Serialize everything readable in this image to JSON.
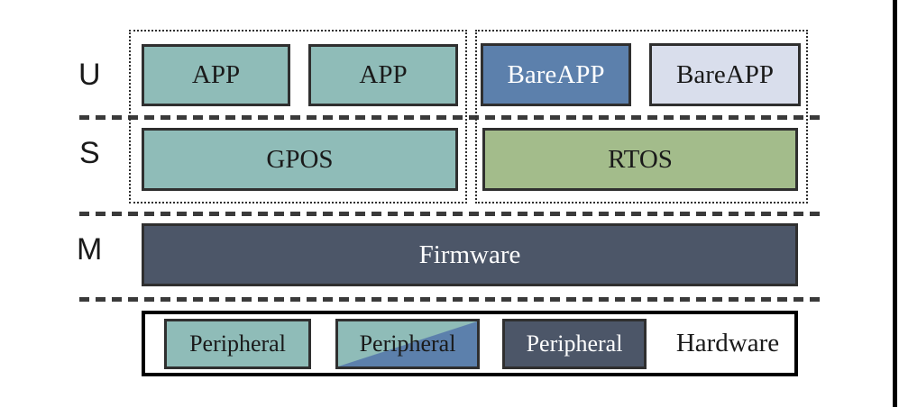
{
  "diagram": {
    "row_labels": {
      "u": "U",
      "s": "S",
      "m": "M"
    },
    "user_layer": {
      "app1": "APP",
      "app2": "APP",
      "bare_app1": "BareAPP",
      "bare_app2": "BareAPP"
    },
    "system_layer": {
      "gpos": "GPOS",
      "rtos": "RTOS"
    },
    "machine_layer": {
      "firmware": "Firmware"
    },
    "hardware_layer": {
      "peripheral1": "Peripheral",
      "peripheral2": "Peripheral",
      "peripheral3": "Peripheral",
      "label": "Hardware"
    }
  },
  "colors": {
    "teal": "#8fbcb8",
    "blue": "#5c80ac",
    "light_blue": "#d9deec",
    "green": "#a3bc8b",
    "dark_slate": "#4c5668",
    "border": "#2f2f2f",
    "dash": "#3a3a3a",
    "text_dark": "#1a1a1a",
    "text_light": "#ffffff"
  }
}
